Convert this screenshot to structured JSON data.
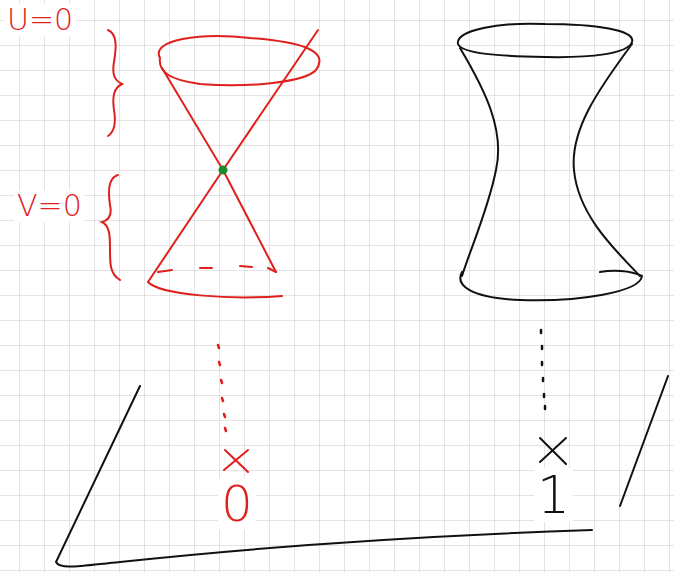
{
  "diagram": {
    "labels": [
      "U=0",
      "V=0",
      "0",
      "1"
    ]
  }
}
